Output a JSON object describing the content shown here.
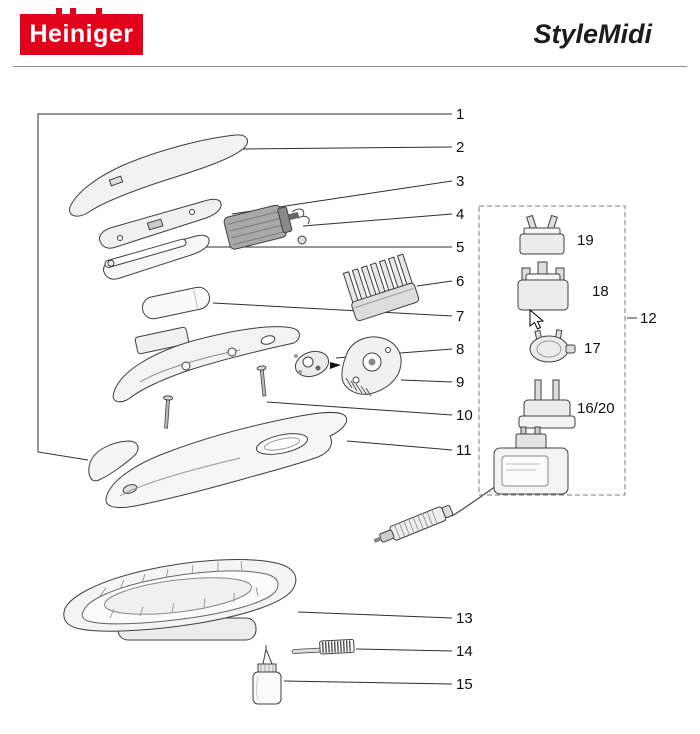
{
  "header": {
    "brand": "Heiniger",
    "product_title": "StyleMidi"
  },
  "colors": {
    "brand_red": "#e2001a",
    "line_gray": "#3f3f3f"
  },
  "icons": {
    "mouse_cursor": "pointer-arrow"
  },
  "labels": {
    "p1": "1",
    "p2": "2",
    "p3": "3",
    "p4": "4",
    "p5": "5",
    "p6": "6",
    "p7": "7",
    "p8": "8",
    "p9": "9",
    "p10": "10",
    "p11": "11",
    "p12": "12",
    "p13": "13",
    "p14": "14",
    "p15": "15",
    "p16_20": "16/20",
    "p17": "17",
    "p18": "18",
    "p19": "19"
  }
}
